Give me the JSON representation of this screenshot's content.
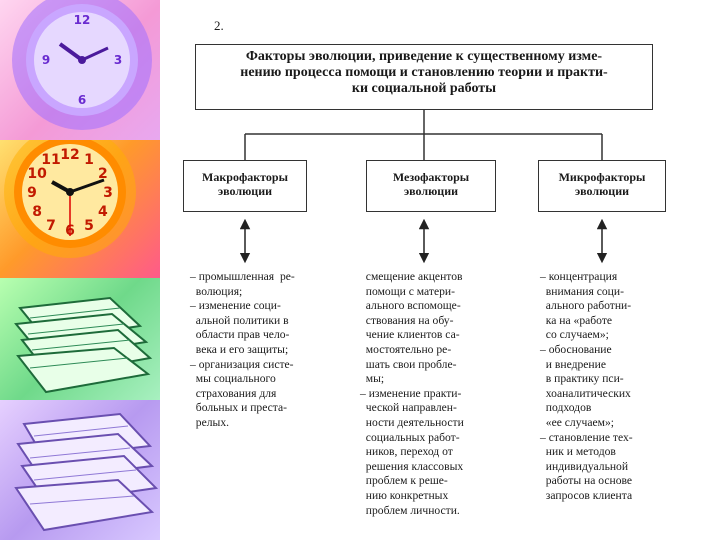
{
  "slide_number": "2.",
  "title_lines": [
    "Факторы эволюции, приведение к существенному изме-",
    "нению процесса помощи и становлению теории и практи-",
    "ки социальной работы"
  ],
  "categories": [
    {
      "heading_lines": [
        "Макрофакторы",
        "эволюции"
      ]
    },
    {
      "heading_lines": [
        "Мезофакторы",
        "эволюции"
      ]
    },
    {
      "heading_lines": [
        "Микрофакторы",
        "эволюции"
      ]
    }
  ],
  "columns": [
    [
      "– промышленная  ре-",
      "  волюция;",
      "– изменение соци-",
      "  альной политики в",
      "  области прав чело-",
      "  века и его защиты;",
      "– организация систе-",
      "  мы социального",
      "  страхования для",
      "  больных и преста-",
      "  релых."
    ],
    [
      "  смещение акцентов",
      "  помощи с матери-",
      "  ального вспомоще-",
      "  ствования на обу-",
      "  чение клиентов са-",
      "  мостоятельно ре-",
      "  шать свои пробле-",
      "  мы;",
      "– изменение практи-",
      "  ческой направлен-",
      "  ности деятельности",
      "  социальных работ-",
      "  ников, переход от",
      "  решения классовых",
      "  проблем к реше-",
      "  нию конкретных",
      "  проблем личности."
    ],
    [
      "– концентрация",
      "  внимания соци-",
      "  ального работни-",
      "  ка на «работе",
      "  со случаем»;",
      "– обоснование",
      "  и внедрение",
      "  в практику пси-",
      "  хоаналитических",
      "  подходов",
      "  «ее случаем»;",
      "– становление тех-",
      "  ник и методов",
      "  индивидуальной",
      "  работы на основе",
      "  запросов клиента"
    ]
  ],
  "decor": {
    "clock_numbers": [
      "12",
      "1",
      "2",
      "3",
      "4",
      "5",
      "6",
      "7",
      "8",
      "9",
      "10",
      "11"
    ],
    "colors": {
      "purple_clock": "#8a2be2",
      "orange_clock": "#ff8c00",
      "books": "#2e8b57"
    }
  }
}
